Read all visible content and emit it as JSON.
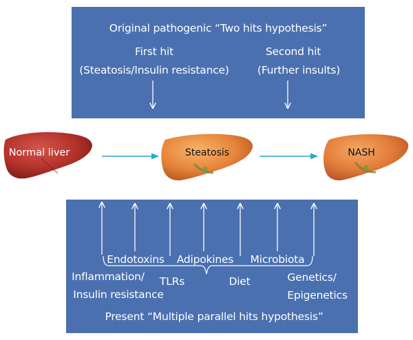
{
  "top_panel": {
    "title": "Original pathogenic “Two hits hypothesis”",
    "first_hit": {
      "title": "First hit",
      "detail": "(Steatosis/Insulin resistance)"
    },
    "second_hit": {
      "title": "Second hit",
      "detail": "(Further insults)"
    }
  },
  "stages": [
    {
      "label": "Normal liver",
      "color": "#b8342a"
    },
    {
      "label": "Steatosis",
      "color": "#e8893a"
    },
    {
      "label": "NASH",
      "color": "#e6803a"
    }
  ],
  "bottom_panel": {
    "factors": {
      "endotoxins": "Endotoxins",
      "adipokines": "Adipokines",
      "microbiota": "Microbiota",
      "inflammation_line1": "Inflammation/",
      "inflammation_line2": "Insulin resistance",
      "tlrs": "TLRs",
      "diet": "Diet",
      "genetics_line1": "Genetics/",
      "genetics_line2": "Epigenetics"
    },
    "title": "Present “Multiple parallel hits hypothesis”"
  },
  "colors": {
    "panel": "#4a70b0",
    "arrow_flow": "#2aa6d6",
    "arrow_panel": "#ffffff"
  }
}
